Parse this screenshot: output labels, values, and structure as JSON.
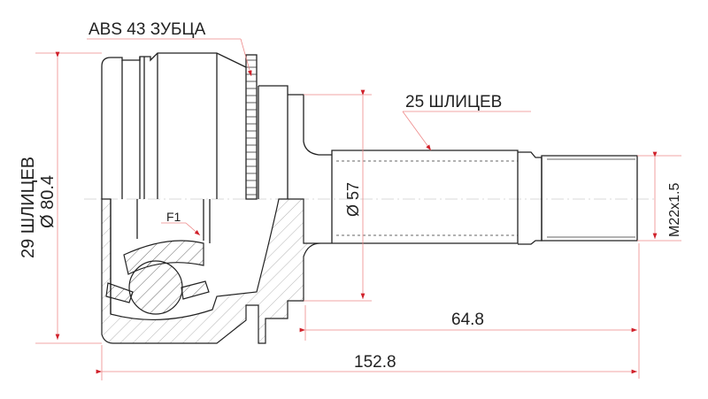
{
  "drawing": {
    "abs_label": "ABS 43 ЗУБЦА",
    "outer_splines_label": "29 ШЛИЦЕВ",
    "outer_diameter_label": "Ø 80.4",
    "f1_label": "F1",
    "shaft_splines_label": "25 ШЛИЦЕВ",
    "shaft_diameter_label": "Ø 57",
    "thread_label": "M22x1.5",
    "shaft_length_label": "64.8",
    "total_length_label": "152.8"
  },
  "colors": {
    "line": "#222222",
    "dimension": "#e88888",
    "arrow": "#d0202a"
  }
}
